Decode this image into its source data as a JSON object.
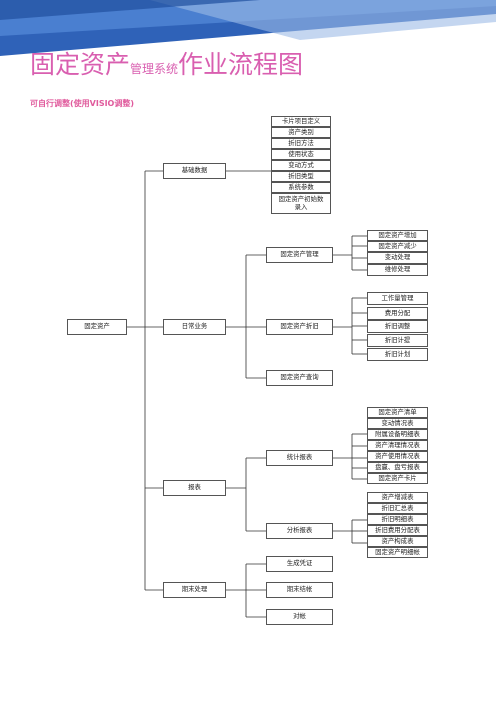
{
  "title": {
    "main1": "固定资产",
    "sub": "管理系统",
    "main2": "作业流程图"
  },
  "subtitle": "可自行调整(使用VISIO调整)",
  "colors": {
    "title": "#d95fb0",
    "subtitle": "#e05a9c",
    "banner": "#3a6fc4",
    "line": "#333333"
  },
  "nodes": {
    "root": "固定资产",
    "basic": "基础数据",
    "daily": "日常业务",
    "report": "报表",
    "period": "期末处理",
    "mgmt": "固定资产管理",
    "depr": "固定资产折旧",
    "query": "固定资产查询",
    "stat": "统计报表",
    "analysis": "分析报表",
    "voucher": "生成凭证",
    "close": "期末结帐",
    "recon": "对帐"
  },
  "basic_items": [
    "卡片项目定义",
    "资产类别",
    "折旧方法",
    "使用状态",
    "变动方式",
    "折旧类型",
    "系统参数",
    "固定资产初始数录入"
  ],
  "mgmt_items": [
    "固定资产增加",
    "固定资产减少",
    "变动处理",
    "维修处理"
  ],
  "depr_items": [
    "工作量管理",
    "费用分配",
    "折旧调整",
    "折旧计提",
    "折旧计划"
  ],
  "stat_items": [
    "固定资产清单",
    "变动情况表",
    "附属设备明细表",
    "资产清理情况表",
    "资产使用情况表",
    "盘赢、盘亏报表",
    "固定资产卡片"
  ],
  "analysis_items": [
    "资产增减表",
    "折旧汇总表",
    "折旧明细表",
    "折旧费用分配表",
    "资产构成表",
    "固定资产明细帐"
  ]
}
